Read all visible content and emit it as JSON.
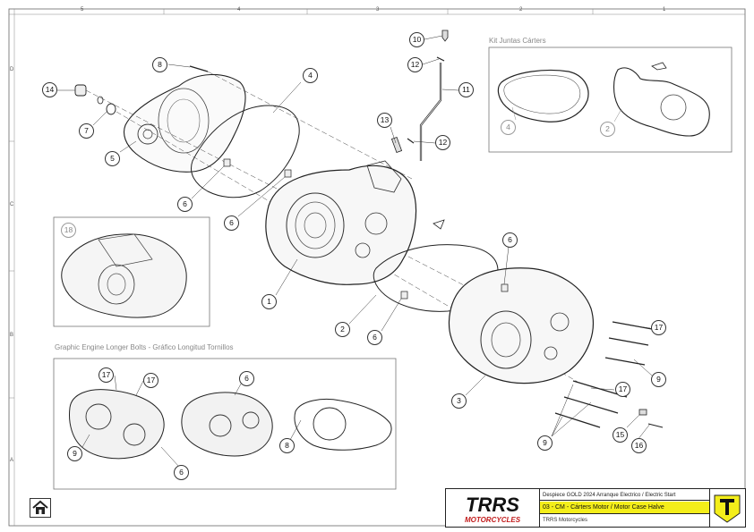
{
  "sheet": {
    "column_markers": [
      "5",
      "4",
      "3",
      "2",
      "1"
    ],
    "row_markers": [
      "D",
      "C",
      "B",
      "A"
    ]
  },
  "gasket_kit": {
    "title": "Kit Juntas Cárters",
    "callouts": [
      "4",
      "2"
    ]
  },
  "callouts": [
    "10",
    "12",
    "11",
    "13",
    "12",
    "8",
    "4",
    "14",
    "7",
    "5",
    "6",
    "6",
    "1",
    "2",
    "6",
    "6",
    "17",
    "9",
    "17",
    "3",
    "15",
    "16",
    "9"
  ],
  "assembly_view": {
    "callout": "18"
  },
  "longer_bolts": {
    "title": "Graphic Engine Longer Bolts - Gráfico Longitud Tornillos",
    "callouts": [
      "17",
      "17",
      "9",
      "6",
      "6",
      "8"
    ]
  },
  "title_block": {
    "brand": "TRRS",
    "brand_sub": "MOTORCYCLES",
    "displacement": "Despiece GOLD 2024 Arranque Electrico / Electric Start",
    "section": "03 - CM - Cárters Motor / Motor Case Halve",
    "company": "TRRS Motorcycles",
    "accent_color": "#f4ee1a"
  },
  "nav": {
    "home_icon": "home-icon"
  }
}
